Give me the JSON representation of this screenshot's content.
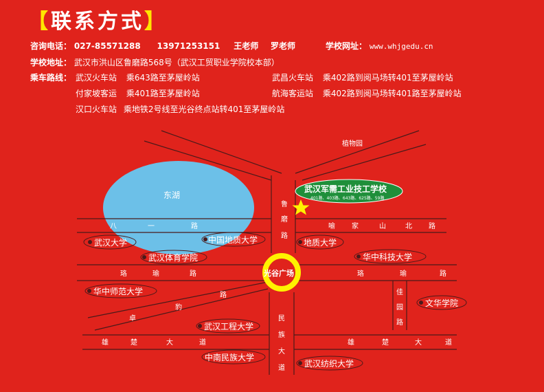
{
  "header": {
    "bracket_left": "【",
    "title": "联系方式",
    "bracket_right": "】"
  },
  "contact": {
    "phone_label": "咨询电话：",
    "phone1": "027-85571288",
    "phone2": "13971253151",
    "teacher1": "王老师",
    "teacher2": "罗老师",
    "website_label": "学校网址：",
    "website": "www.whjgedu.cn",
    "address_label": "学校地址：",
    "address": "武汉市洪山区鲁磨路568号（武汉工贸职业学院校本部）",
    "routes_label": "乘车路线：",
    "routes": [
      {
        "station": "武汉火车站",
        "route": "乘643路至茅屋岭站"
      },
      {
        "station": "武昌火车站",
        "route": "乘402路到阅马场转401至茅屋岭站"
      },
      {
        "station": "付家坡客运",
        "route": "乘401路至茅屋岭站"
      },
      {
        "station": "航海客运站",
        "route": "乘402路到阅马场转401路至茅屋岭站"
      },
      {
        "station": "汉口火车站",
        "route": "乘地铁2号线至光谷终点站转401至茅屋岭站"
      }
    ]
  },
  "map": {
    "lake": "东湖",
    "roads": {
      "zhiwuyuan": "植物园",
      "bayilu": [
        "八",
        "一",
        "路"
      ],
      "lumolu": [
        "鲁",
        "磨",
        "路"
      ],
      "yujiashanbeilu": [
        "喻",
        "家",
        "山",
        "北",
        "路"
      ],
      "luoyulu_left": [
        "珞",
        "瑜",
        "路"
      ],
      "luoyulu_right": [
        "珞",
        "瑜",
        "路"
      ],
      "zhuodaoquanlu": [
        "卓",
        "豹",
        "路"
      ],
      "jiayuanlu": [
        "佳",
        "园",
        "路"
      ],
      "minzudadao": [
        "民",
        "族",
        "大",
        "道"
      ],
      "xiongchu_left": [
        "雄",
        "楚",
        "大",
        "道"
      ],
      "xiongchu_right": [
        "雄",
        "楚",
        "大",
        "道"
      ]
    },
    "school": {
      "name": "武汉军需工业技工学校",
      "buses": "401路、403路、643路、625路、59路"
    },
    "hub": "光谷广场",
    "places": {
      "whu": "武汉大学",
      "cug_left": "中国地质大学",
      "cug_right": "地质大学",
      "wipe": "武汉体育学院",
      "hust": "华中科技大学",
      "ccnu": "华中师范大学",
      "wenhua": "文华学院",
      "wit": "武汉工程大学",
      "scuec": "中南民族大学",
      "wtu": "武汉纺织大学"
    },
    "colors": {
      "background": "#e0231c",
      "lake": "#6cc0e8",
      "school_badge": "#1f8f3a",
      "hub_ring": "#fff200",
      "star": "#fff200",
      "road_line": "#4a1a1a"
    }
  }
}
